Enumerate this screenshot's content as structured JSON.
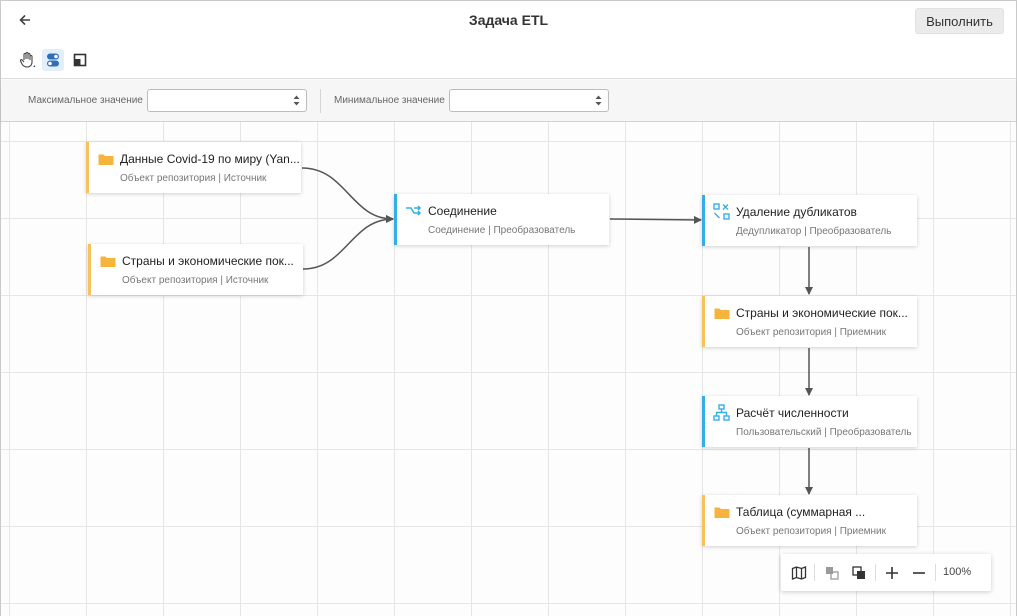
{
  "header": {
    "title": "Задача ETL",
    "run_label": "Выполнить",
    "back_icon": "arrow-left-icon",
    "tools": [
      "hand-pan-icon",
      "toggle-icon",
      "window-icon"
    ]
  },
  "params": {
    "max_label": "Максимальное значение",
    "max_value": "",
    "min_label": "Минимальное значение",
    "min_value": ""
  },
  "nodes": [
    {
      "id": "src1",
      "title": "Данные Covid-19 по миру (Yan...",
      "subtitle": "Объект репозитория | Источник",
      "icon": "folder-icon",
      "kind": "source"
    },
    {
      "id": "src2",
      "title": "Страны и экономические пок...",
      "subtitle": "Объект репозитория | Источник",
      "icon": "folder-icon",
      "kind": "source"
    },
    {
      "id": "join",
      "title": "Соединение",
      "subtitle": "Соединение | Преобразователь",
      "icon": "join-icon",
      "kind": "transformer"
    },
    {
      "id": "dedup",
      "title": "Удаление дубликатов",
      "subtitle": "Дедупликатор | Преобразователь",
      "icon": "dedup-icon",
      "kind": "transformer"
    },
    {
      "id": "dst1",
      "title": "Страны и экономические пок...",
      "subtitle": "Объект репозитория | Приемник",
      "icon": "folder-icon",
      "kind": "target"
    },
    {
      "id": "calc",
      "title": "Расчёт численности",
      "subtitle": "Пользовательский | Преобразователь",
      "icon": "hierarchy-icon",
      "kind": "transformer"
    },
    {
      "id": "dst2",
      "title": "Таблица (суммарная ...",
      "subtitle": "Объект репозитория | Приемник",
      "icon": "folder-icon",
      "kind": "target"
    }
  ],
  "zoom": {
    "level": "100%",
    "buttons": [
      "map-icon",
      "bring-forward-icon",
      "send-backward-icon",
      "zoom-in-icon",
      "zoom-out-icon"
    ]
  },
  "colors": {
    "source_accent": "#f7c15c",
    "transformer_accent": "#35aee8",
    "icon_blue": "#35aee8",
    "folder_yellow": "#f7b43d",
    "connector": "#555555"
  }
}
